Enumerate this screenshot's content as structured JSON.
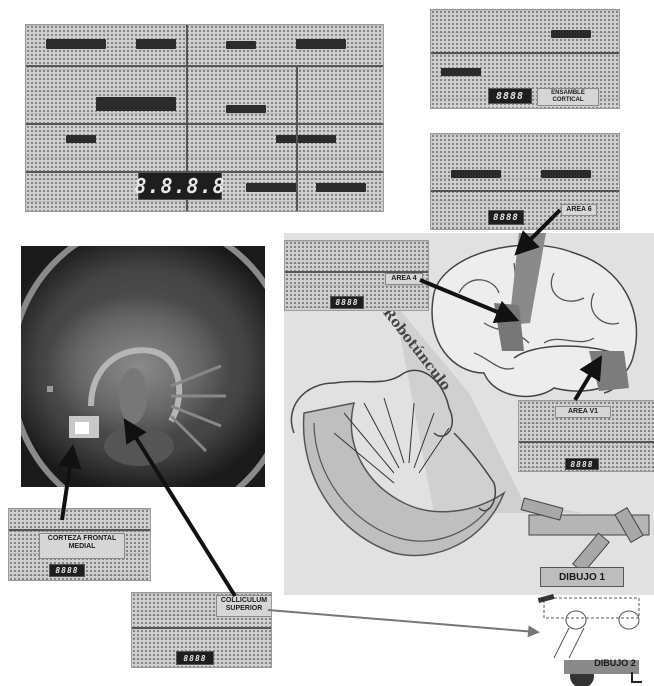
{
  "panels": {
    "main_board_display": "8.8.8.8",
    "board_top_right_display": "8888",
    "board_top_right_label": "ENSAMBLE CORTICAL",
    "board_mid_right_display": "8888",
    "label_area6": "AREA 6",
    "label_area4": "AREA 4",
    "board_area4_display": "8888",
    "label_area_v1": "AREA V1",
    "board_area_v1_display": "8888",
    "label_corteza": "CORTEZA FRONTAL MEDIAL",
    "board_corteza_display": "8888",
    "label_colliculum": "COLLICULUM SUPERIOR",
    "board_colliculum_display": "8888",
    "robotunculo_text": "Robotúnculo",
    "dibujo1": "DIBUJO 1",
    "dibujo2": "DIBUJO 2"
  },
  "colors": {
    "arrow": "#111111",
    "thin_arrow": "#777777",
    "brain_area_fill": "#8a8a8a",
    "panel_bg": "#e1e1e1"
  }
}
